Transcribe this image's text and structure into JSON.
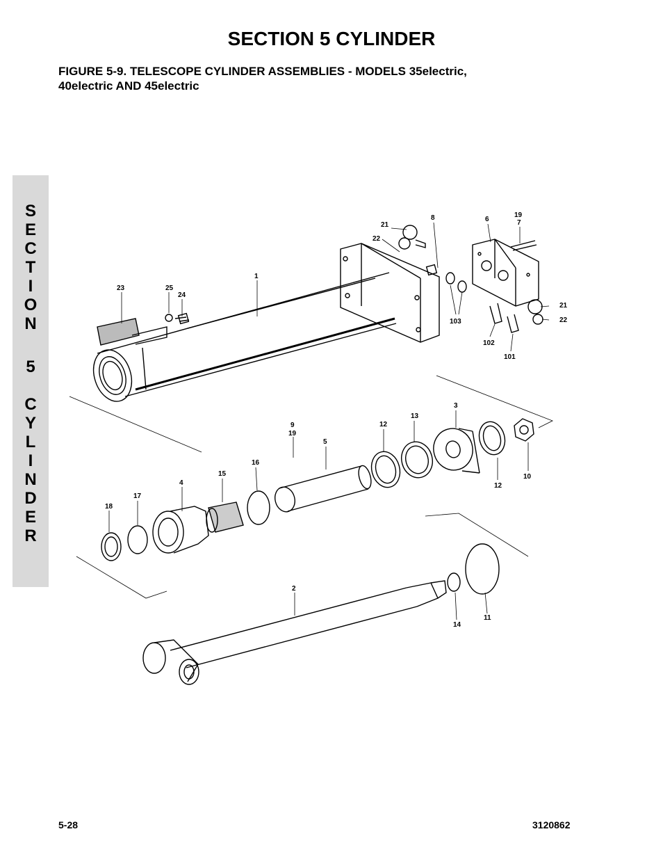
{
  "header": {
    "section_title": "SECTION 5  CYLINDER",
    "figure_title_line1": "FIGURE 5-9.    TELESCOPE CYLINDER ASSEMBLIES - MODELS 35electric,",
    "figure_title_line2": "40electric AND 45electric"
  },
  "side_tab": {
    "letters": [
      "S",
      "E",
      "C",
      "T",
      "I",
      "O",
      "N",
      "5",
      "C",
      "Y",
      "L",
      "I",
      "N",
      "D",
      "E",
      "R"
    ]
  },
  "callouts": {
    "c1": "1",
    "c2": "2",
    "c3": "3",
    "c4": "4",
    "c5": "5",
    "c6": "6",
    "c7": "7",
    "c8": "8",
    "c9": "9",
    "c10": "10",
    "c11": "11",
    "c12a": "12",
    "c12b": "12",
    "c13": "13",
    "c14": "14",
    "c15": "15",
    "c16": "16",
    "c17": "17",
    "c18": "18",
    "c19a": "19",
    "c19b": "19",
    "c21a": "21",
    "c21b": "21",
    "c22a": "22",
    "c22b": "22",
    "c23": "23",
    "c24": "24",
    "c25": "25",
    "c101": "101",
    "c102": "102",
    "c103": "103"
  },
  "footer": {
    "page_number": "5-28",
    "doc_number": "3120862"
  }
}
